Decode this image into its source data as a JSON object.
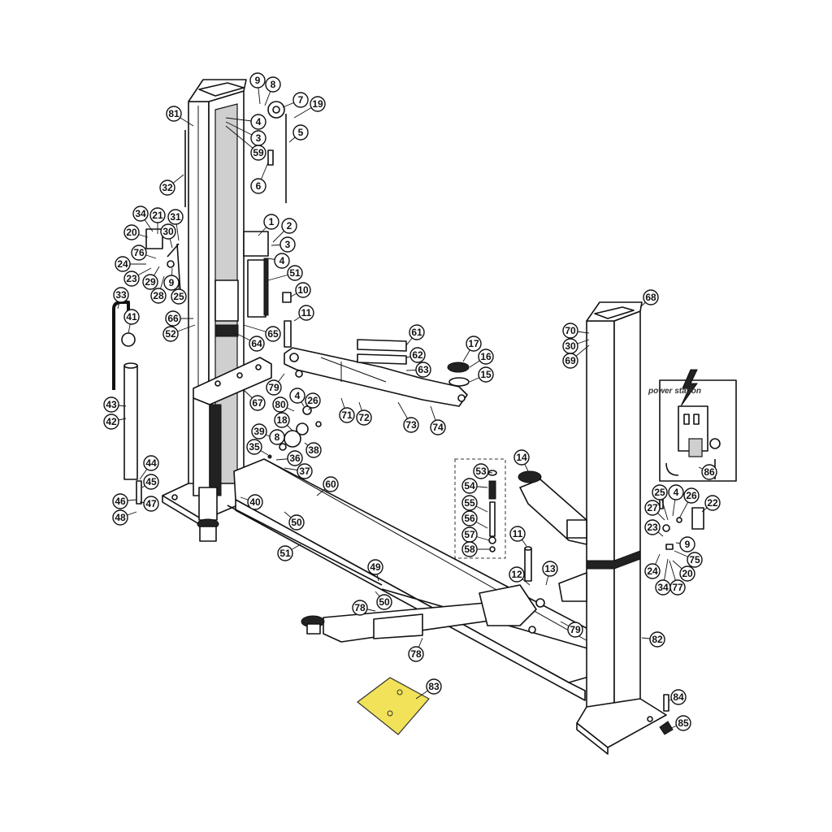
{
  "diagram": {
    "brand_logo_text": "power station",
    "highlight_color": "#F2E25A",
    "callouts": [
      {
        "label": "9"
      },
      {
        "label": "8"
      },
      {
        "label": "7"
      },
      {
        "label": "19"
      },
      {
        "label": "81"
      },
      {
        "label": "4"
      },
      {
        "label": "3"
      },
      {
        "label": "59"
      },
      {
        "label": "5"
      },
      {
        "label": "6"
      },
      {
        "label": "32"
      },
      {
        "label": "34"
      },
      {
        "label": "21"
      },
      {
        "label": "31"
      },
      {
        "label": "20"
      },
      {
        "label": "30"
      },
      {
        "label": "76"
      },
      {
        "label": "24"
      },
      {
        "label": "23"
      },
      {
        "label": "29"
      },
      {
        "label": "9"
      },
      {
        "label": "28"
      },
      {
        "label": "25"
      },
      {
        "label": "33"
      },
      {
        "label": "41"
      },
      {
        "label": "66"
      },
      {
        "label": "52"
      },
      {
        "label": "1"
      },
      {
        "label": "2"
      },
      {
        "label": "3"
      },
      {
        "label": "4"
      },
      {
        "label": "51"
      },
      {
        "label": "10"
      },
      {
        "label": "11"
      },
      {
        "label": "65"
      },
      {
        "label": "64"
      },
      {
        "label": "43"
      },
      {
        "label": "42"
      },
      {
        "label": "61"
      },
      {
        "label": "17"
      },
      {
        "label": "62"
      },
      {
        "label": "16"
      },
      {
        "label": "63"
      },
      {
        "label": "15"
      },
      {
        "label": "79"
      },
      {
        "label": "67"
      },
      {
        "label": "4"
      },
      {
        "label": "26"
      },
      {
        "label": "80"
      },
      {
        "label": "71"
      },
      {
        "label": "72"
      },
      {
        "label": "73"
      },
      {
        "label": "74"
      },
      {
        "label": "18"
      },
      {
        "label": "39"
      },
      {
        "label": "8"
      },
      {
        "label": "38"
      },
      {
        "label": "35"
      },
      {
        "label": "36"
      },
      {
        "label": "37"
      },
      {
        "label": "44"
      },
      {
        "label": "45"
      },
      {
        "label": "46"
      },
      {
        "label": "47"
      },
      {
        "label": "48"
      },
      {
        "label": "40"
      },
      {
        "label": "60"
      },
      {
        "label": "50"
      },
      {
        "label": "51"
      },
      {
        "label": "49"
      },
      {
        "label": "50"
      },
      {
        "label": "78"
      },
      {
        "label": "78"
      },
      {
        "label": "68"
      },
      {
        "label": "70"
      },
      {
        "label": "30"
      },
      {
        "label": "69"
      },
      {
        "label": "86"
      },
      {
        "label": "14"
      },
      {
        "label": "53"
      },
      {
        "label": "54"
      },
      {
        "label": "55"
      },
      {
        "label": "56"
      },
      {
        "label": "57"
      },
      {
        "label": "58"
      },
      {
        "label": "11"
      },
      {
        "label": "25"
      },
      {
        "label": "4"
      },
      {
        "label": "26"
      },
      {
        "label": "22"
      },
      {
        "label": "27"
      },
      {
        "label": "23"
      },
      {
        "label": "9"
      },
      {
        "label": "75"
      },
      {
        "label": "24"
      },
      {
        "label": "20"
      },
      {
        "label": "34"
      },
      {
        "label": "77"
      },
      {
        "label": "13"
      },
      {
        "label": "12"
      },
      {
        "label": "79"
      },
      {
        "label": "82"
      },
      {
        "label": "83"
      },
      {
        "label": "84"
      },
      {
        "label": "85"
      }
    ]
  }
}
